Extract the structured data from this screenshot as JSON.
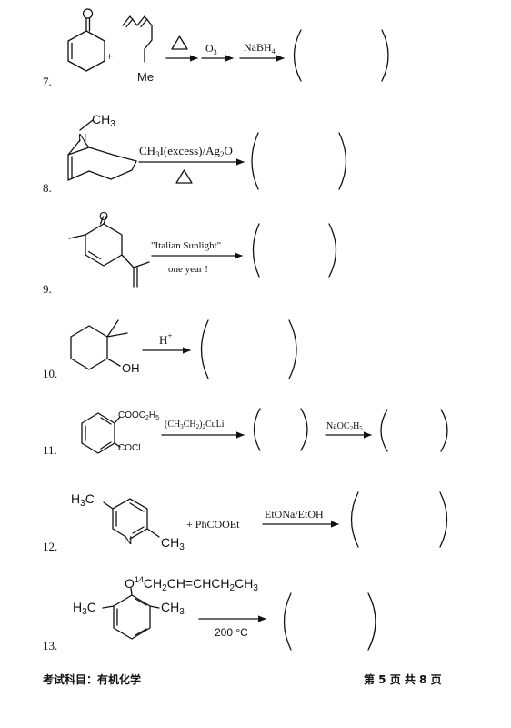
{
  "problems": [
    {
      "number": "7.",
      "substituent": "Me",
      "plus": "+",
      "reagent_1": "O",
      "reagent_1_sub": "3",
      "reagent_2": "NaBH",
      "reagent_2_sub": "4"
    },
    {
      "number": "8.",
      "substituent": "CH",
      "substituent_sub": "3",
      "reagent_a": "CH",
      "reagent_a_sub1": "3",
      "reagent_b": "I(excess)/Ag",
      "reagent_b_sub": "2",
      "reagent_c": "O"
    },
    {
      "number": "9.",
      "reagent_above": "\"Italian Sunlight\"",
      "reagent_below": "one year !"
    },
    {
      "number": "10.",
      "substituent": "OH",
      "reagent": "H",
      "reagent_sup": "+"
    },
    {
      "number": "11.",
      "group_top": "COOC",
      "group_top_sub1": "2",
      "group_top_mid": "H",
      "group_top_sub2": "5",
      "group_bottom": "COCl",
      "reagent_1": "(CH",
      "reagent_1_sub1": "3",
      "reagent_1_mid": "CH",
      "reagent_1_sub2": "2",
      "reagent_1_mid2": ")",
      "reagent_1_sub3": "2",
      "reagent_1_end": "CuLi",
      "reagent_2": "NaOC",
      "reagent_2_sub1": "2",
      "reagent_2_mid": "H",
      "reagent_2_sub2": "5"
    },
    {
      "number": "12.",
      "methyl_top": "H",
      "methyl_top_sub": "3",
      "methyl_top_end": "C",
      "nitrogen": "N",
      "methyl_right": "CH",
      "methyl_right_sub": "3",
      "plus_reagent": "+ PhCOOEt",
      "reagent": "EtONa/EtOH"
    },
    {
      "number": "13.",
      "chain_a": "O",
      "chain_sup": "14",
      "chain_b": "CH",
      "chain_sub1": "2",
      "chain_c": "CH=CHCH",
      "chain_sub2": "2",
      "chain_d": "CH",
      "chain_sub3": "3",
      "methyl_left": "H",
      "methyl_left_sub": "3",
      "methyl_left_end": "C",
      "methyl_right": "CH",
      "methyl_right_sub": "3",
      "condition": "200 °C"
    }
  ],
  "footer": {
    "left": "考试科目：有机化学",
    "right": "第 5 页 共 8 页"
  }
}
